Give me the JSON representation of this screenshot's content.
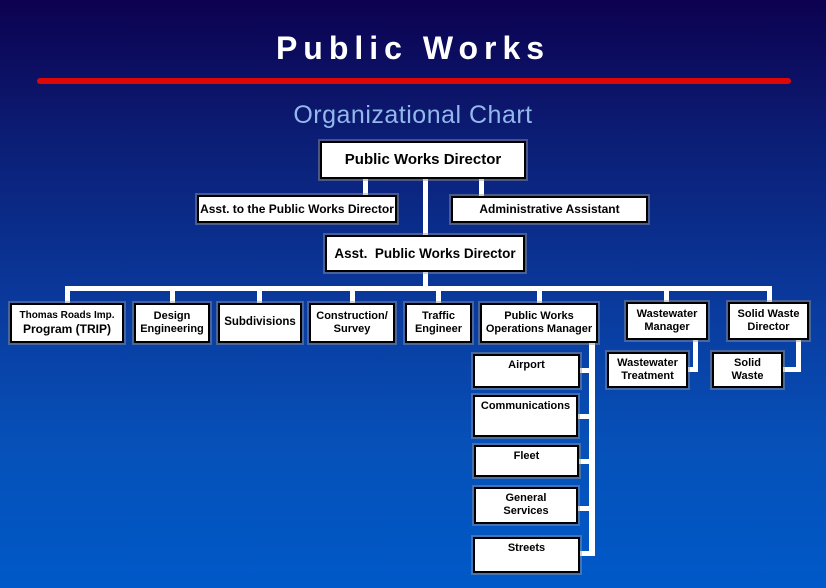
{
  "page": {
    "title": "Public Works",
    "subtitle": "Organizational Chart"
  },
  "colors": {
    "background_top": "#0d0150",
    "background_bottom": "#0059c8",
    "divider_red": "#dd0806",
    "subtitle_blue": "#93b9ec",
    "box_fill": "#ffffff",
    "box_border": "#000000",
    "box_text": "#000000",
    "connector": "#ffffff"
  },
  "org": {
    "director": {
      "label": "Public Works Director"
    },
    "staff": [
      {
        "id": "asst-to-director",
        "label": "Asst. to the Public Works Director"
      },
      {
        "id": "administrative-assistant",
        "label": "Administrative Assistant"
      }
    ],
    "asst_director": {
      "label": "Asst.  Public Works Director"
    },
    "departments": [
      {
        "id": "trip",
        "line1": "Thomas Roads Imp.",
        "line2": "Program (TRIP)"
      },
      {
        "id": "design-engineering",
        "label": "Design\nEngineering"
      },
      {
        "id": "subdivisions",
        "label": "Subdivisions"
      },
      {
        "id": "construction-survey",
        "label": "Construction/\nSurvey"
      },
      {
        "id": "traffic-engineer",
        "label": "Traffic\nEngineer"
      },
      {
        "id": "pw-operations-manager",
        "label": "Public Works\nOperations Manager"
      },
      {
        "id": "wastewater-manager",
        "label": "Wastewater\nManager"
      },
      {
        "id": "solid-waste-director",
        "label": "Solid Waste\nDirector"
      }
    ],
    "operations_units": [
      {
        "id": "airport",
        "label": "Airport"
      },
      {
        "id": "communications",
        "label": "Communications"
      },
      {
        "id": "fleet",
        "label": "Fleet"
      },
      {
        "id": "general-services",
        "label": "General\nServices"
      },
      {
        "id": "streets",
        "label": "Streets"
      }
    ],
    "wastewater_unit": {
      "label": "Wastewater\nTreatment"
    },
    "solid_waste_unit": {
      "label": "Solid\nWaste"
    }
  }
}
